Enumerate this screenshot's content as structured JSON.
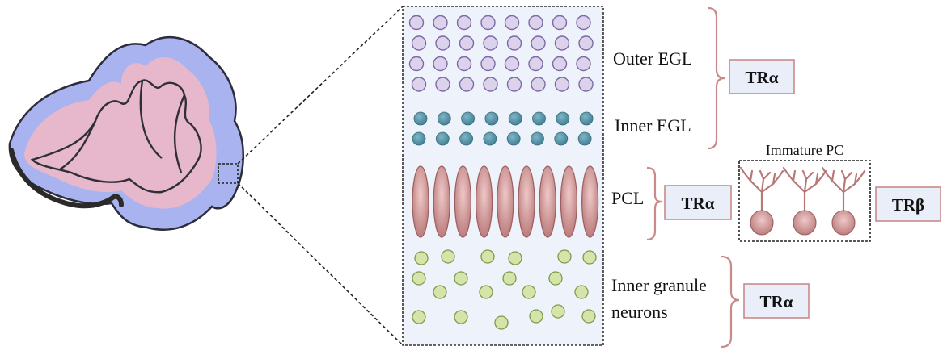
{
  "layers": {
    "outer_egl": "Outer EGL",
    "inner_egl": "Inner EGL",
    "pcl": "PCL",
    "inner_granule_line1": "Inner granule",
    "inner_granule_line2": "neurons"
  },
  "receptors": {
    "egl": "TRα",
    "pcl": "TRα",
    "immature_pc": "TRβ",
    "granule": "TRα"
  },
  "immature_pc_title": "Immature PC",
  "colors": {
    "cerebellum_outer": "#a9b3ef",
    "cerebellum_inner": "#e7b7cc",
    "purple_cell": "#ddd2ec",
    "teal_cell": "#4f8fa3",
    "pink_cell": "#c98c8c",
    "green_cell": "#d5e4a8",
    "receptor_box": "#e9eef8",
    "bracket": "#c98a8a"
  }
}
